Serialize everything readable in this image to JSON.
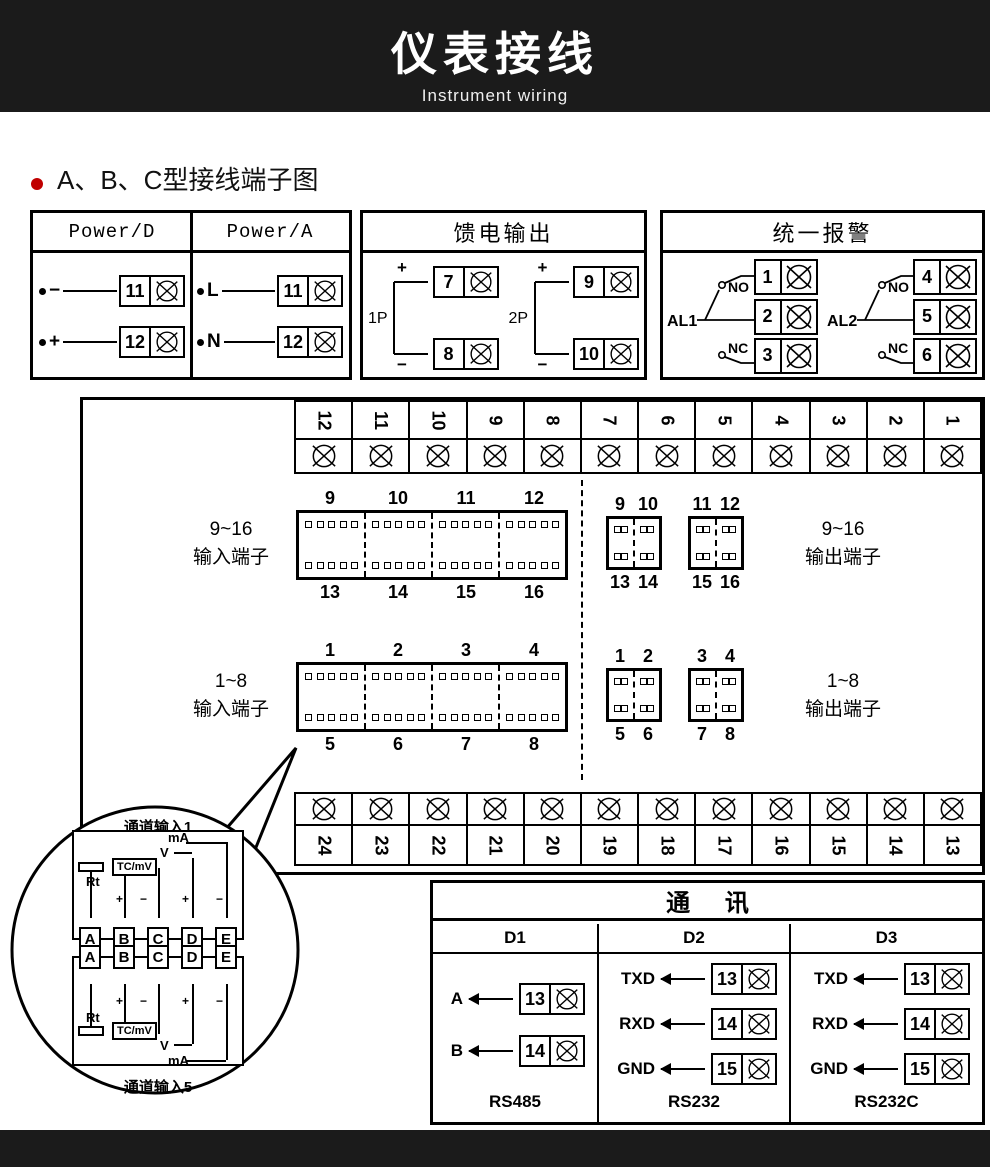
{
  "colors": {
    "banner_bg": "#1b1b1b",
    "panel_bg": "#ffffff",
    "line": "#000000",
    "bullet": "#c00000"
  },
  "header": {
    "title": "仪表接线",
    "subtitle": "Instrument wiring"
  },
  "section_heading": "A、B、C型接线端子图",
  "power_box": {
    "col_d_title": "Power/D",
    "col_a_title": "Power/A",
    "d_rows": [
      {
        "sign": "−",
        "num": "11"
      },
      {
        "sign": "+",
        "num": "12"
      }
    ],
    "a_rows": [
      {
        "sign": "L",
        "num": "11"
      },
      {
        "sign": "N",
        "num": "12"
      }
    ]
  },
  "feed_box": {
    "title": "馈电输出",
    "g1": {
      "label": "1P",
      "plus": "+",
      "minus": "−",
      "top_num": "7",
      "bottom_num": "8"
    },
    "g2": {
      "label": "2P",
      "plus": "+",
      "minus": "−",
      "top_num": "9",
      "bottom_num": "10"
    }
  },
  "alarm_box": {
    "title": "统一报警",
    "g1": {
      "label": "AL1",
      "no": "NO",
      "nc": "NC",
      "terminals": [
        "1",
        "2",
        "3"
      ]
    },
    "g2": {
      "label": "AL2",
      "no": "NO",
      "nc": "NC",
      "terminals": [
        "4",
        "5",
        "6"
      ]
    }
  },
  "main_panel": {
    "top_terminals": [
      "12",
      "11",
      "10",
      "9",
      "8",
      "7",
      "6",
      "5",
      "4",
      "3",
      "2",
      "1"
    ],
    "bottom_terminals": [
      "24",
      "23",
      "22",
      "21",
      "20",
      "19",
      "18",
      "17",
      "16",
      "15",
      "14",
      "13"
    ],
    "input_9_16": {
      "range": "9~16",
      "label": "输入端子",
      "top": [
        "9",
        "10",
        "11",
        "12"
      ],
      "bottom": [
        "13",
        "14",
        "15",
        "16"
      ]
    },
    "output_9_16": {
      "range": "9~16",
      "label": "输出端子",
      "b1_top": [
        "9",
        "10"
      ],
      "b1_bottom": [
        "13",
        "14"
      ],
      "b2_top": [
        "11",
        "12"
      ],
      "b2_bottom": [
        "15",
        "16"
      ]
    },
    "input_1_8": {
      "range": "1~8",
      "label": "输入端子",
      "top": [
        "1",
        "2",
        "3",
        "4"
      ],
      "bottom": [
        "5",
        "6",
        "7",
        "8"
      ]
    },
    "output_1_8": {
      "range": "1~8",
      "label": "输出端子",
      "b1_top": [
        "1",
        "2"
      ],
      "b1_bottom": [
        "5",
        "6"
      ],
      "b2_top": [
        "3",
        "4"
      ],
      "b2_bottom": [
        "7",
        "8"
      ]
    }
  },
  "balloon": {
    "label_top": "通道输入1",
    "label_bottom": "通道输入5",
    "circuit1": {
      "rt": "Rt",
      "tc": "TC/mV",
      "v": "V",
      "ma": "mA",
      "signs": [
        "+",
        "−",
        "+",
        "−"
      ],
      "terminals": [
        "A",
        "B",
        "C",
        "D",
        "E"
      ]
    },
    "circuit2": {
      "rt": "Rt",
      "tc": "TC/mV",
      "v": "V",
      "ma": "mA",
      "signs": [
        "+",
        "−",
        "+",
        "−"
      ],
      "terminals": [
        "A",
        "B",
        "C",
        "D",
        "E"
      ]
    }
  },
  "comm_box": {
    "title": "通 讯",
    "d1": {
      "name": "D1",
      "standard": "RS485",
      "rows": [
        {
          "signal": "A",
          "num": "13"
        },
        {
          "signal": "B",
          "num": "14"
        }
      ]
    },
    "d2": {
      "name": "D2",
      "standard": "RS232",
      "rows": [
        {
          "signal": "TXD",
          "num": "13"
        },
        {
          "signal": "RXD",
          "num": "14"
        },
        {
          "signal": "GND",
          "num": "15"
        }
      ]
    },
    "d3": {
      "name": "D3",
      "standard": "RS232C",
      "rows": [
        {
          "signal": "TXD",
          "num": "13"
        },
        {
          "signal": "RXD",
          "num": "14"
        },
        {
          "signal": "GND",
          "num": "15"
        }
      ]
    }
  }
}
